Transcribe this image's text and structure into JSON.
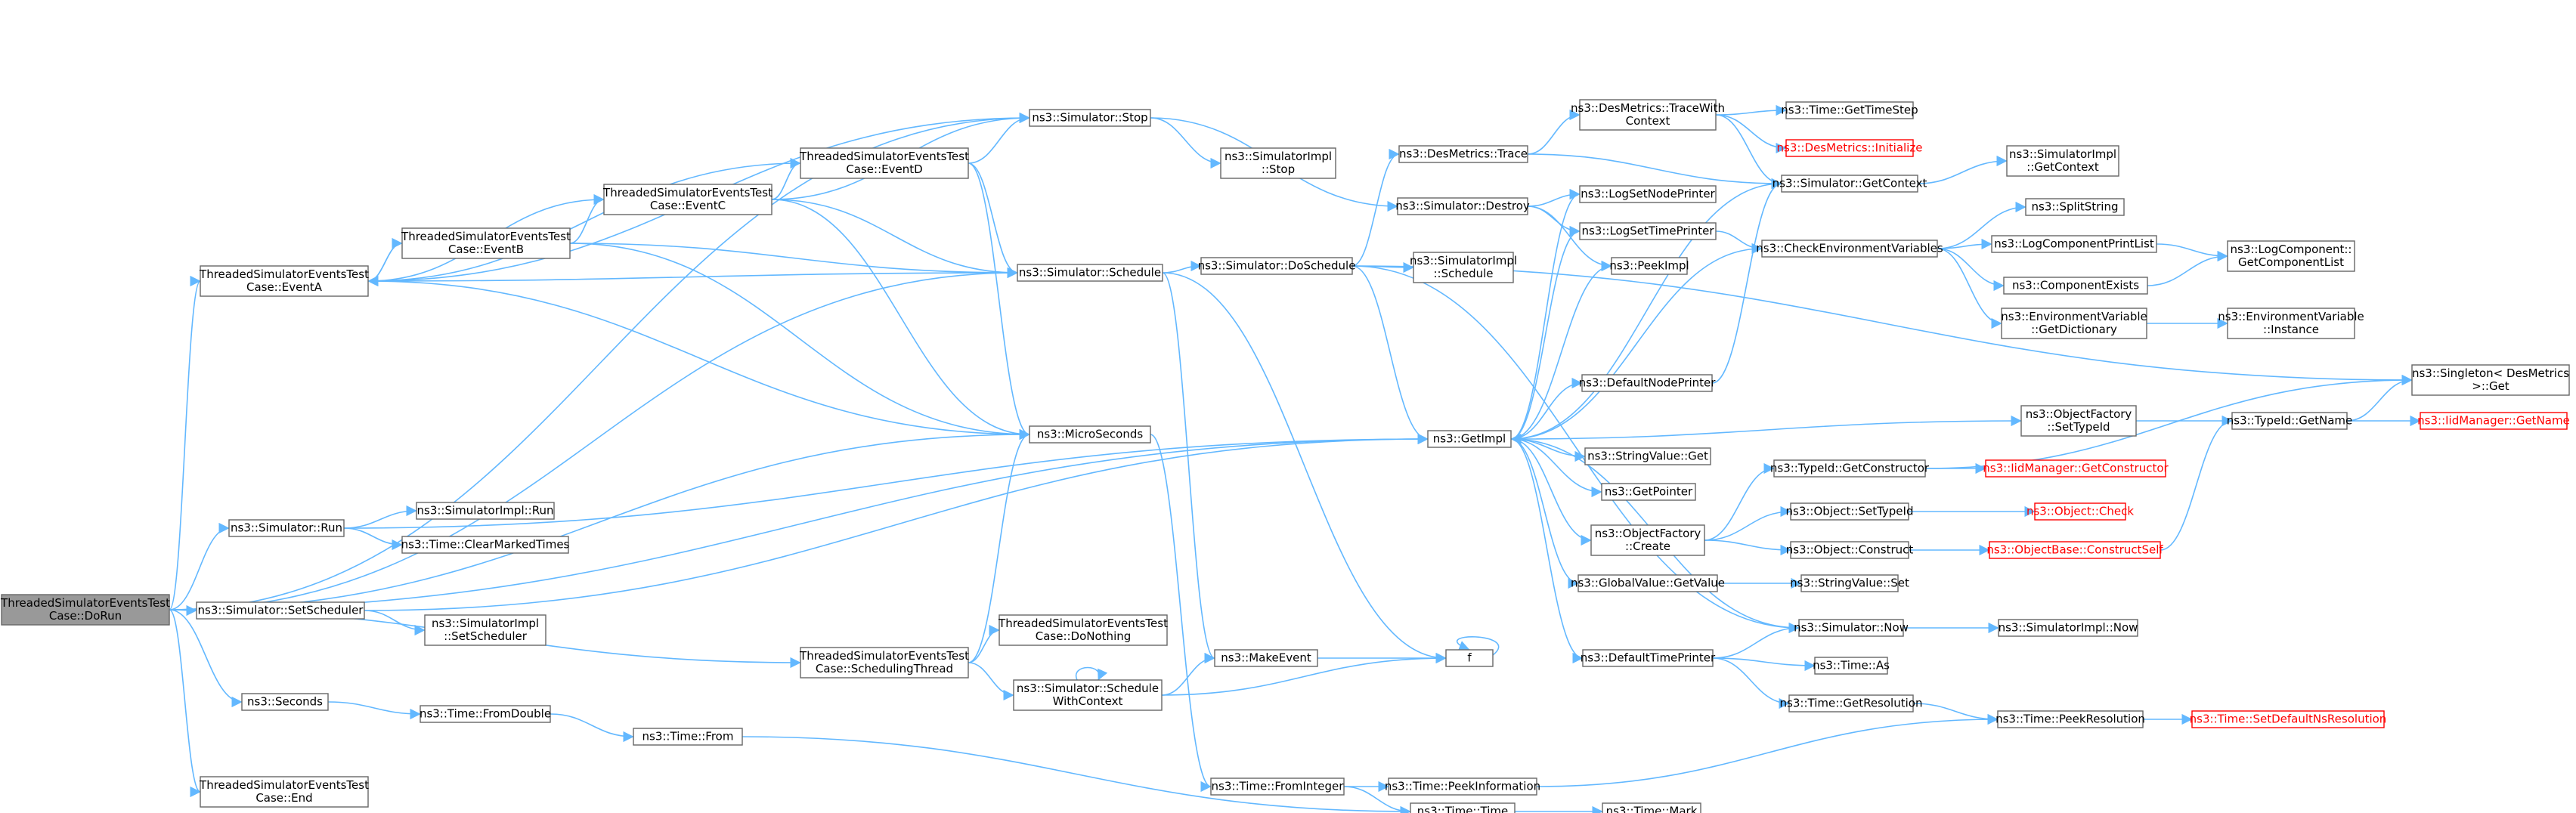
{
  "nodes": [
    {
      "id": "dorun",
      "lines": [
        "ThreadedSimulatorEventsTest",
        "Case::DoRun"
      ],
      "style": "root"
    },
    {
      "id": "eventA",
      "lines": [
        "ThreadedSimulatorEventsTest",
        "Case::EventA"
      ]
    },
    {
      "id": "run",
      "lines": [
        "ns3::Simulator::Run"
      ]
    },
    {
      "id": "setScheduler",
      "lines": [
        "ns3::Simulator::SetScheduler"
      ]
    },
    {
      "id": "seconds",
      "lines": [
        "ns3::Seconds"
      ]
    },
    {
      "id": "end",
      "lines": [
        "ThreadedSimulatorEventsTest",
        "Case::End"
      ]
    },
    {
      "id": "eventB",
      "lines": [
        "ThreadedSimulatorEventsTest",
        "Case::EventB"
      ]
    },
    {
      "id": "simImplRun",
      "lines": [
        "ns3::SimulatorImpl::Run"
      ]
    },
    {
      "id": "clearMarked",
      "lines": [
        "ns3::Time::ClearMarkedTimes"
      ]
    },
    {
      "id": "simImplSetSched",
      "lines": [
        "ns3::SimulatorImpl",
        "::SetScheduler"
      ]
    },
    {
      "id": "fromDouble",
      "lines": [
        "ns3::Time::FromDouble"
      ]
    },
    {
      "id": "eventC",
      "lines": [
        "ThreadedSimulatorEventsTest",
        "Case::EventC"
      ]
    },
    {
      "id": "fromT",
      "lines": [
        "ns3::Time::From"
      ]
    },
    {
      "id": "eventD",
      "lines": [
        "ThreadedSimulatorEventsTest",
        "Case::EventD"
      ]
    },
    {
      "id": "schedThread",
      "lines": [
        "ThreadedSimulatorEventsTest",
        "Case::SchedulingThread"
      ]
    },
    {
      "id": "stop",
      "lines": [
        "ns3::Simulator::Stop"
      ]
    },
    {
      "id": "schedule",
      "lines": [
        "ns3::Simulator::Schedule"
      ]
    },
    {
      "id": "micro",
      "lines": [
        "ns3::MicroSeconds"
      ]
    },
    {
      "id": "doNothing",
      "lines": [
        "ThreadedSimulatorEventsTest",
        "Case::DoNothing"
      ]
    },
    {
      "id": "swc",
      "lines": [
        "ns3::Simulator::Schedule",
        "WithContext"
      ]
    },
    {
      "id": "makeEvent",
      "lines": [
        "ns3::MakeEvent"
      ]
    },
    {
      "id": "simImplStop",
      "lines": [
        "ns3::SimulatorImpl",
        "::Stop"
      ]
    },
    {
      "id": "doSchedule",
      "lines": [
        "ns3::Simulator::DoSchedule"
      ]
    },
    {
      "id": "fromInteger",
      "lines": [
        "ns3::Time::FromInteger"
      ]
    },
    {
      "id": "desTrace",
      "lines": [
        "ns3::DesMetrics::Trace"
      ]
    },
    {
      "id": "destroy",
      "lines": [
        "ns3::Simulator::Destroy"
      ]
    },
    {
      "id": "simImplSchedule",
      "lines": [
        "ns3::SimulatorImpl",
        "::Schedule"
      ]
    },
    {
      "id": "peekInfo",
      "lines": [
        "ns3::Time::PeekInformation"
      ]
    },
    {
      "id": "timeTime",
      "lines": [
        "ns3::Time::Time"
      ]
    },
    {
      "id": "getImpl",
      "lines": [
        "ns3::GetImpl"
      ]
    },
    {
      "id": "f",
      "lines": [
        "f"
      ]
    },
    {
      "id": "traceWithCtx",
      "lines": [
        "ns3::DesMetrics::TraceWith",
        "Context"
      ]
    },
    {
      "id": "logSetNode",
      "lines": [
        "ns3::LogSetNodePrinter"
      ]
    },
    {
      "id": "logSetTime",
      "lines": [
        "ns3::LogSetTimePrinter"
      ]
    },
    {
      "id": "peekImpl",
      "lines": [
        "ns3::PeekImpl"
      ]
    },
    {
      "id": "defNodePrinter",
      "lines": [
        "ns3::DefaultNodePrinter"
      ]
    },
    {
      "id": "strValGet",
      "lines": [
        "ns3::StringValue::Get"
      ]
    },
    {
      "id": "getPointer",
      "lines": [
        "ns3::GetPointer"
      ]
    },
    {
      "id": "ofCreate",
      "lines": [
        "ns3::ObjectFactory",
        "::Create"
      ]
    },
    {
      "id": "gvGetValue",
      "lines": [
        "ns3::GlobalValue::GetValue"
      ]
    },
    {
      "id": "defTimePrinter",
      "lines": [
        "ns3::DefaultTimePrinter"
      ]
    },
    {
      "id": "timeMark",
      "lines": [
        "ns3::Time::Mark"
      ]
    },
    {
      "id": "getTimeStep",
      "lines": [
        "ns3::Time::GetTimeStep"
      ]
    },
    {
      "id": "desInit",
      "lines": [
        "ns3::DesMetrics::Initialize"
      ],
      "style": "red"
    },
    {
      "id": "getContext",
      "lines": [
        "ns3::Simulator::GetContext"
      ]
    },
    {
      "id": "checkEnv",
      "lines": [
        "ns3::CheckEnvironmentVariables"
      ]
    },
    {
      "id": "typeIdGetCtor",
      "lines": [
        "ns3::TypeId::GetConstructor"
      ]
    },
    {
      "id": "objSetTypeId",
      "lines": [
        "ns3::Object::SetTypeId"
      ]
    },
    {
      "id": "objConstruct",
      "lines": [
        "ns3::Object::Construct"
      ]
    },
    {
      "id": "strValSet",
      "lines": [
        "ns3::StringValue::Set"
      ]
    },
    {
      "id": "simNow",
      "lines": [
        "ns3::Simulator::Now"
      ]
    },
    {
      "id": "timeAs",
      "lines": [
        "ns3::Time::As"
      ]
    },
    {
      "id": "getResolution",
      "lines": [
        "ns3::Time::GetResolution"
      ]
    },
    {
      "id": "simImplGetCtx",
      "lines": [
        "ns3::SimulatorImpl",
        "::GetContext"
      ]
    },
    {
      "id": "splitString",
      "lines": [
        "ns3::SplitString"
      ]
    },
    {
      "id": "logCompPrintList",
      "lines": [
        "ns3::LogComponentPrintList"
      ]
    },
    {
      "id": "compExists",
      "lines": [
        "ns3::ComponentExists"
      ]
    },
    {
      "id": "envGetDict",
      "lines": [
        "ns3::EnvironmentVariable",
        "::GetDictionary"
      ]
    },
    {
      "id": "ofSetTypeId",
      "lines": [
        "ns3::ObjectFactory",
        "::SetTypeId"
      ]
    },
    {
      "id": "iidGetCtor",
      "lines": [
        "ns3::IidManager::GetConstructor"
      ],
      "style": "red"
    },
    {
      "id": "objCheck",
      "lines": [
        "ns3::Object::Check"
      ],
      "style": "red"
    },
    {
      "id": "objBaseCtor",
      "lines": [
        "ns3::ObjectBase::ConstructSelf"
      ],
      "style": "red"
    },
    {
      "id": "simImplNow",
      "lines": [
        "ns3::SimulatorImpl::Now"
      ]
    },
    {
      "id": "peekRes",
      "lines": [
        "ns3::Time::PeekResolution"
      ]
    },
    {
      "id": "getCompList",
      "lines": [
        "ns3::LogComponent::",
        "GetComponentList"
      ]
    },
    {
      "id": "envInstance",
      "lines": [
        "ns3::EnvironmentVariable",
        "::Instance"
      ]
    },
    {
      "id": "typeIdGetName",
      "lines": [
        "ns3::TypeId::GetName"
      ]
    },
    {
      "id": "setDefRes",
      "lines": [
        "ns3::Time::SetDefaultNsResolution"
      ],
      "style": "red"
    },
    {
      "id": "singleton",
      "lines": [
        "ns3::Singleton< DesMetrics",
        " >::Get"
      ]
    },
    {
      "id": "iidGetName",
      "lines": [
        "ns3::IidManager::GetName"
      ],
      "style": "red"
    }
  ],
  "edges": [
    [
      "dorun",
      "eventA"
    ],
    [
      "dorun",
      "run"
    ],
    [
      "dorun",
      "setScheduler"
    ],
    [
      "dorun",
      "seconds"
    ],
    [
      "dorun",
      "end"
    ],
    [
      "dorun",
      "schedThread"
    ],
    [
      "dorun",
      "stop"
    ],
    [
      "dorun",
      "schedule"
    ],
    [
      "dorun",
      "micro"
    ],
    [
      "dorun",
      "getImpl"
    ],
    [
      "eventA",
      "eventB"
    ],
    [
      "eventA",
      "stop"
    ],
    [
      "eventA",
      "schedule"
    ],
    [
      "eventA",
      "micro"
    ],
    [
      "eventB",
      "eventC"
    ],
    [
      "eventB",
      "schedule"
    ],
    [
      "eventB",
      "micro"
    ],
    [
      "eventB",
      "eventA"
    ],
    [
      "eventC",
      "eventD"
    ],
    [
      "eventC",
      "stop"
    ],
    [
      "eventC",
      "schedule"
    ],
    [
      "eventC",
      "micro"
    ],
    [
      "eventC",
      "eventA"
    ],
    [
      "eventD",
      "stop"
    ],
    [
      "eventD",
      "schedule"
    ],
    [
      "eventD",
      "micro"
    ],
    [
      "eventD",
      "eventA"
    ],
    [
      "run",
      "simImplRun"
    ],
    [
      "run",
      "clearMarked"
    ],
    [
      "run",
      "getImpl"
    ],
    [
      "setScheduler",
      "simImplSetSched"
    ],
    [
      "setScheduler",
      "getImpl"
    ],
    [
      "seconds",
      "fromDouble"
    ],
    [
      "fromDouble",
      "fromT"
    ],
    [
      "fromT",
      "timeTime"
    ],
    [
      "schedThread",
      "doNothing"
    ],
    [
      "schedThread",
      "swc"
    ],
    [
      "schedThread",
      "micro"
    ],
    [
      "stop",
      "simImplStop"
    ],
    [
      "stop",
      "destroy"
    ],
    [
      "schedule",
      "doSchedule"
    ],
    [
      "schedule",
      "makeEvent"
    ],
    [
      "schedule",
      "f"
    ],
    [
      "micro",
      "fromInteger"
    ],
    [
      "swc",
      "makeEvent"
    ],
    [
      "swc",
      "f"
    ],
    [
      "swc",
      "swc"
    ],
    [
      "makeEvent",
      "f"
    ],
    [
      "f",
      "f"
    ],
    [
      "doSchedule",
      "desTrace"
    ],
    [
      "doSchedule",
      "simImplSchedule"
    ],
    [
      "doSchedule",
      "getImpl"
    ],
    [
      "doSchedule",
      "simNow"
    ],
    [
      "doSchedule",
      "singleton"
    ],
    [
      "fromInteger",
      "peekInfo"
    ],
    [
      "fromInteger",
      "timeTime"
    ],
    [
      "peekInfo",
      "peekRes"
    ],
    [
      "timeTime",
      "timeMark"
    ],
    [
      "desTrace",
      "traceWithCtx"
    ],
    [
      "desTrace",
      "getContext"
    ],
    [
      "destroy",
      "logSetNode"
    ],
    [
      "destroy",
      "logSetTime"
    ],
    [
      "destroy",
      "peekImpl"
    ],
    [
      "getImpl",
      "logSetNode"
    ],
    [
      "getImpl",
      "logSetTime"
    ],
    [
      "getImpl",
      "peekImpl"
    ],
    [
      "getImpl",
      "defNodePrinter"
    ],
    [
      "getImpl",
      "strValGet"
    ],
    [
      "getImpl",
      "getPointer"
    ],
    [
      "getImpl",
      "ofCreate"
    ],
    [
      "getImpl",
      "gvGetValue"
    ],
    [
      "getImpl",
      "defTimePrinter"
    ],
    [
      "getImpl",
      "ofSetTypeId"
    ],
    [
      "getImpl",
      "checkEnv"
    ],
    [
      "traceWithCtx",
      "getTimeStep"
    ],
    [
      "traceWithCtx",
      "desInit"
    ],
    [
      "traceWithCtx",
      "getContext"
    ],
    [
      "getContext",
      "simImplGetCtx"
    ],
    [
      "getContext",
      "getImpl"
    ],
    [
      "logSetTime",
      "checkEnv"
    ],
    [
      "checkEnv",
      "splitString"
    ],
    [
      "checkEnv",
      "logCompPrintList"
    ],
    [
      "checkEnv",
      "compExists"
    ],
    [
      "checkEnv",
      "envGetDict"
    ],
    [
      "logCompPrintList",
      "getCompList"
    ],
    [
      "compExists",
      "getCompList"
    ],
    [
      "envGetDict",
      "envInstance"
    ],
    [
      "defNodePrinter",
      "getContext"
    ],
    [
      "ofCreate",
      "typeIdGetCtor"
    ],
    [
      "ofCreate",
      "objSetTypeId"
    ],
    [
      "ofCreate",
      "objConstruct"
    ],
    [
      "typeIdGetCtor",
      "iidGetCtor"
    ],
    [
      "typeIdGetCtor",
      "singleton"
    ],
    [
      "objSetTypeId",
      "objCheck"
    ],
    [
      "objConstruct",
      "objBaseCtor"
    ],
    [
      "objBaseCtor",
      "typeIdGetName"
    ],
    [
      "gvGetValue",
      "strValSet"
    ],
    [
      "defTimePrinter",
      "simNow"
    ],
    [
      "defTimePrinter",
      "timeAs"
    ],
    [
      "defTimePrinter",
      "getResolution"
    ],
    [
      "simNow",
      "simImplNow"
    ],
    [
      "simNow",
      "getImpl"
    ],
    [
      "getResolution",
      "peekRes"
    ],
    [
      "peekRes",
      "setDefRes"
    ],
    [
      "ofSetTypeId",
      "typeIdGetName"
    ],
    [
      "typeIdGetName",
      "singleton"
    ],
    [
      "typeIdGetName",
      "iidGetName"
    ]
  ],
  "colors": {
    "edge": "#63b8ff",
    "node_border": "#666666",
    "root_fill": "#999999",
    "red_border": "#ff0000"
  }
}
